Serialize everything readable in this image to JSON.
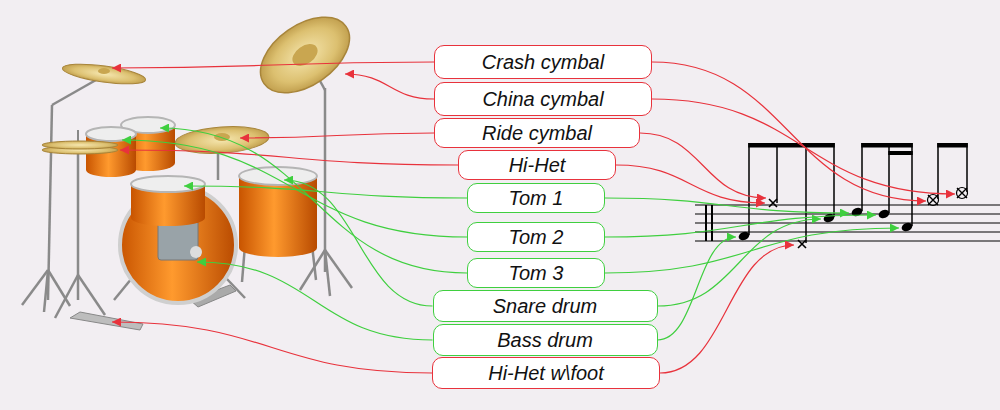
{
  "diagram": {
    "nodes": [
      {
        "text": [
          "Crash cymbal"
        ]
      },
      {
        "text": [
          "China cymbal"
        ]
      },
      {
        "text": [
          "Ride cymbal"
        ]
      },
      {
        "text": [
          "Hi-Het"
        ]
      },
      {
        "text": [
          "Tom 1"
        ]
      },
      {
        "text": [
          "Tom 2"
        ]
      },
      {
        "text": [
          "Tom 3"
        ]
      },
      {
        "text": [
          "Snare drum"
        ]
      },
      {
        "text": [
          "Bass drum"
        ]
      },
      {
        "text": [
          "Hi-Het w\\foot"
        ]
      }
    ]
  }
}
